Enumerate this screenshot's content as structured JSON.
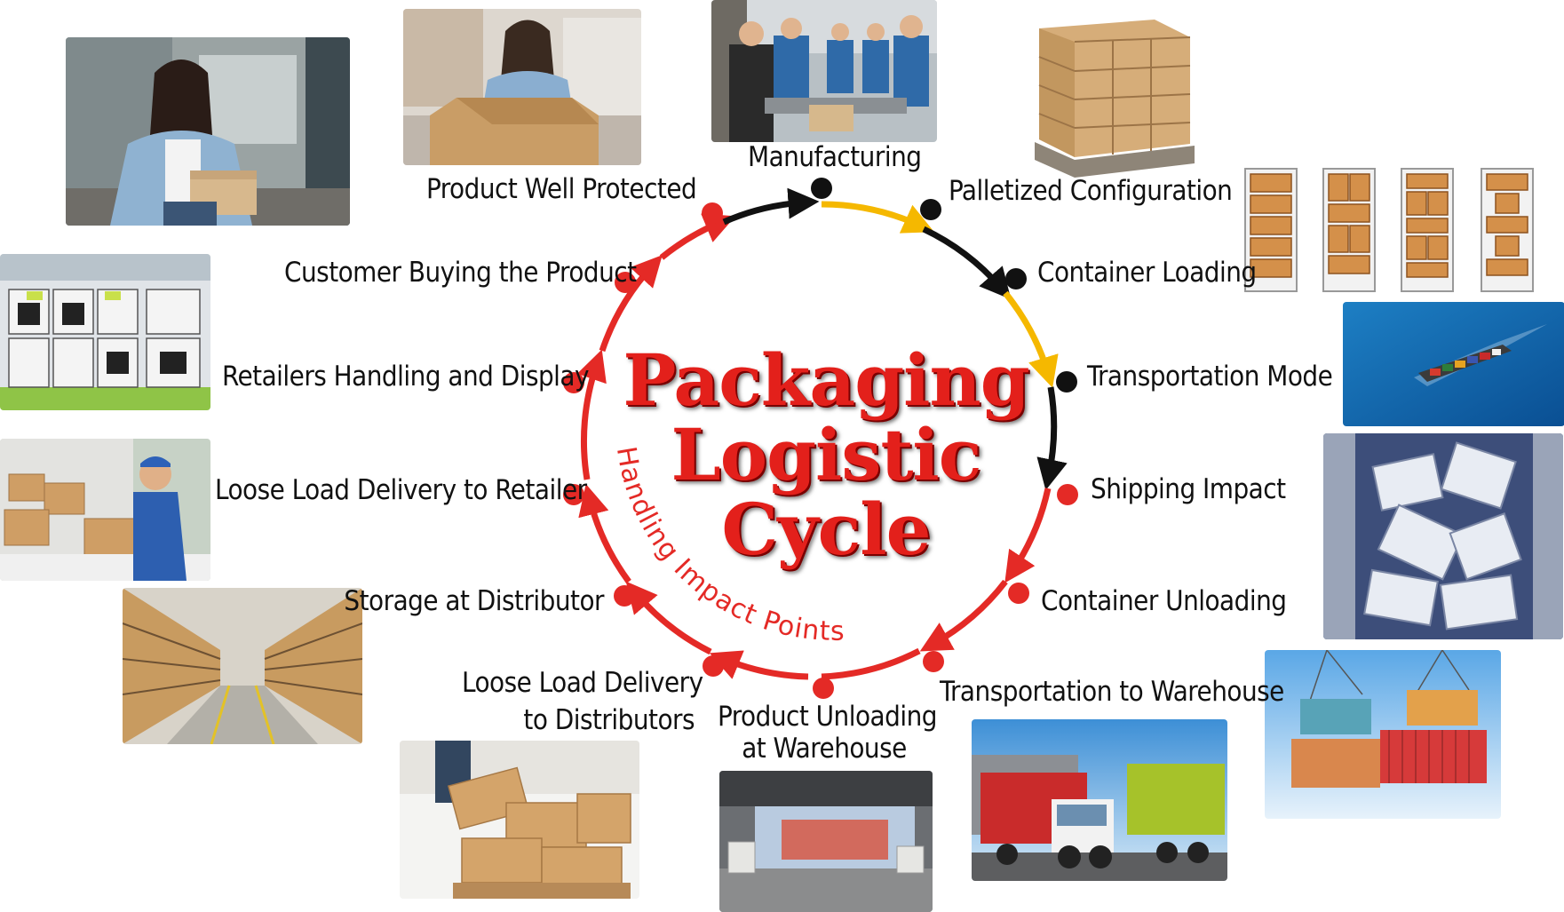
{
  "title": {
    "line1": "Packaging",
    "line2": "Logistic",
    "line3": "Cycle"
  },
  "arc_label": "Handling Impact Points",
  "steps": [
    {
      "label": "Manufacturing",
      "dot": "black"
    },
    {
      "label": "Palletized Configuration",
      "dot": "black"
    },
    {
      "label": "Container Loading",
      "dot": "black"
    },
    {
      "label": "Transportation Mode",
      "dot": "black"
    },
    {
      "label": "Shipping Impact",
      "dot": "red"
    },
    {
      "label": "Container Unloading",
      "dot": "red"
    },
    {
      "label": "Transportation to Warehouse",
      "dot": "red"
    },
    {
      "label_line1": "Product Unloading",
      "label_line2": "at Warehouse",
      "dot": "red"
    },
    {
      "label_line1": "Loose Load Delivery",
      "label_line2": "to Distributors",
      "dot": "red"
    },
    {
      "label": "Storage at Distributor",
      "dot": "red"
    },
    {
      "label": "Loose Load Delivery to Retailer",
      "dot": "red"
    },
    {
      "label": "Retailers Handling and Display",
      "dot": "red"
    },
    {
      "label": "Customer Buying the Product",
      "dot": "red"
    },
    {
      "label": "Product Well Protected",
      "dot": "red"
    }
  ],
  "colors": {
    "title_red": "#e3201b",
    "arrow_black": "#111111",
    "arrow_yellow": "#f5b800",
    "arrow_red": "#e42a26",
    "dot_black": "#111111",
    "dot_red": "#e42a26"
  },
  "photos": [
    {
      "subject": "woman-holding-box"
    },
    {
      "subject": "woman-opening-parcel"
    },
    {
      "subject": "factory-workers"
    },
    {
      "subject": "palletized-boxes"
    },
    {
      "subject": "pallet-patterns"
    },
    {
      "subject": "container-ship"
    },
    {
      "subject": "collapsed-cargo"
    },
    {
      "subject": "lifted-containers"
    },
    {
      "subject": "container-trucks"
    },
    {
      "subject": "warehouse-dock"
    },
    {
      "subject": "boxes-on-pallet"
    },
    {
      "subject": "warehouse-aisle"
    },
    {
      "subject": "delivery-man"
    },
    {
      "subject": "retail-display"
    }
  ]
}
